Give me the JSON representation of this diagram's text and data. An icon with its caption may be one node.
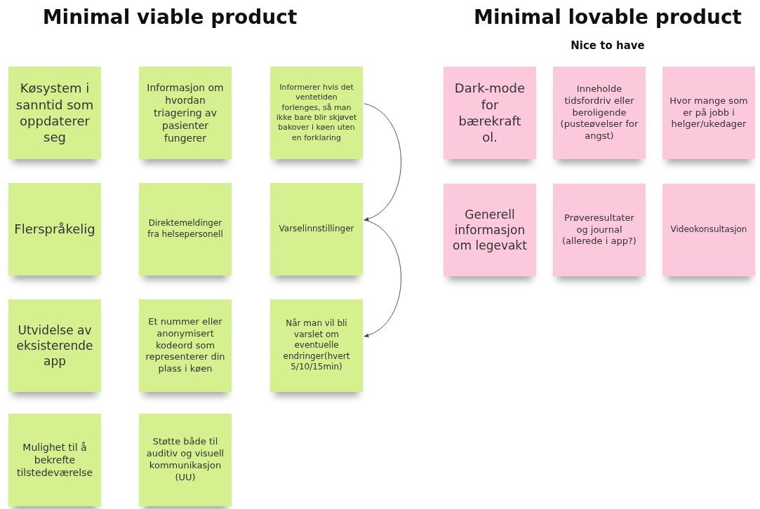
{
  "diagram": {
    "nodes": [
      {
        "text": [
          "Køsystem i sanntid som oppdaterer seg"
        ]
      },
      {
        "text": [
          "Informasjon om hvordan triagering av pasienter fungerer"
        ]
      },
      {
        "text": [
          "Informerer hvis det ventetiden forlenges, så man ikke bare blir skjøvet bakover i køen uten en forklaring"
        ]
      },
      {
        "text": [
          "Flerspråkelig"
        ]
      },
      {
        "text": [
          "Direktemeldinger fra helsepersonell"
        ]
      },
      {
        "text": [
          "Varselinnstillinger"
        ]
      },
      {
        "text": [
          "Utvidelse av eksisterende app"
        ]
      },
      {
        "text": [
          "Et nummer eller anonymisert kodeord som representerer din plass i køen"
        ]
      },
      {
        "text": [
          "Når man vil bli varslet om eventuelle endringer(hvert 5/10/15min)"
        ]
      },
      {
        "text": [
          "Mulighet til å bekrefte tilstedeværelse"
        ]
      },
      {
        "text": [
          "Støtte både til auditiv og visuell kommunikasjon (UU)"
        ]
      },
      {
        "text": [
          "Dark-mode for bærekraft ol."
        ]
      },
      {
        "text": [
          "Inneholde tidsfordriv eller beroligende (pusteøvelser for angst)"
        ]
      },
      {
        "text": [
          "Hvor mange som er på jobb i helger/ukedager"
        ]
      },
      {
        "text": [
          "Generell informasjon om legevakt"
        ]
      },
      {
        "text": [
          "Prøveresultater og journal (allerede i app?)"
        ]
      },
      {
        "text": [
          "Videokonsultasjon"
        ]
      }
    ],
    "edges": [
      {
        "from": 2,
        "to": 5,
        "arrow": "to"
      },
      {
        "from": 5,
        "to": 8,
        "arrow": "to"
      }
    ],
    "labels": [
      "Minimal viable product",
      "Minimal lovable product",
      "Nice to have"
    ]
  }
}
